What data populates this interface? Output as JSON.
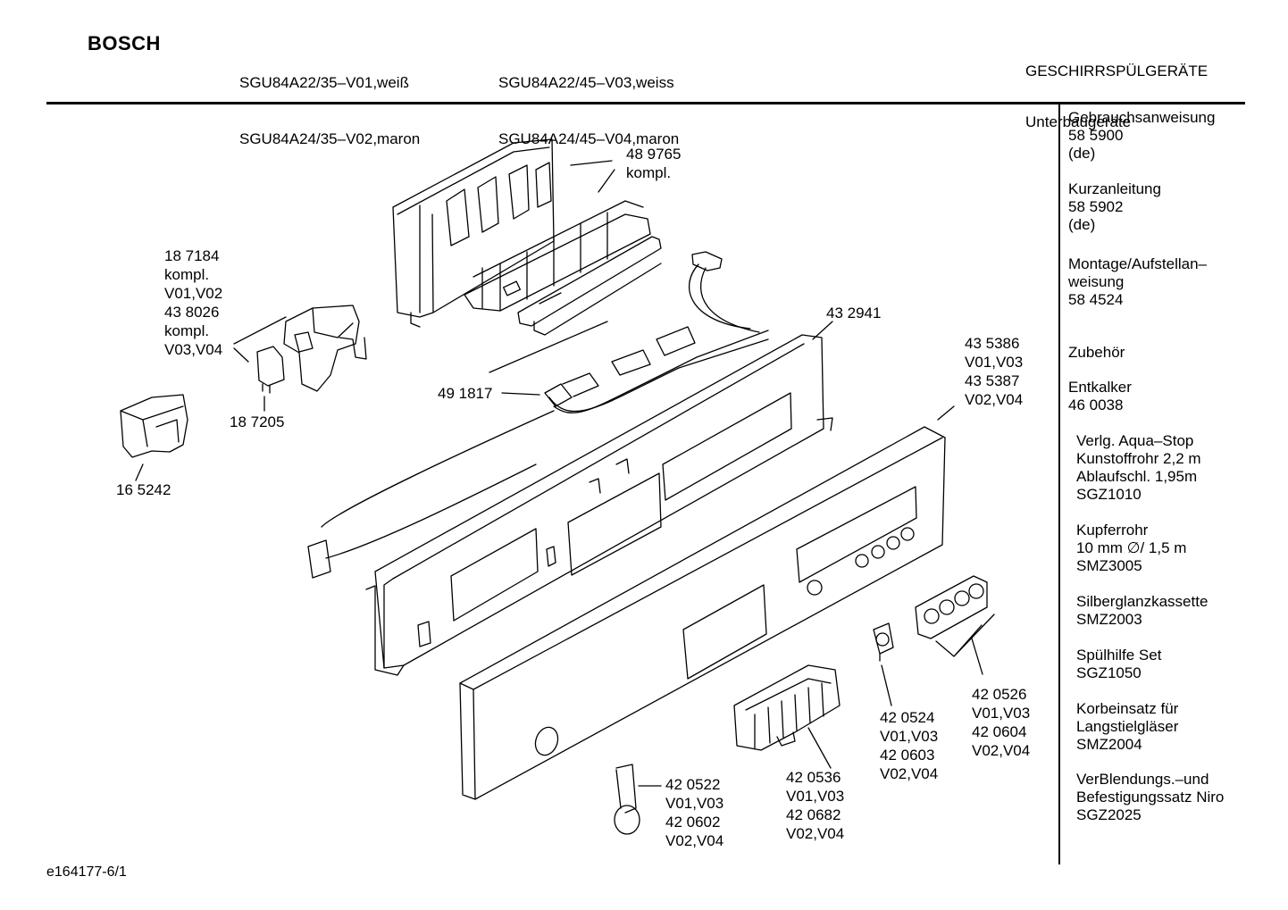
{
  "header": {
    "brand": "BOSCH",
    "models_col1": [
      "SGU84A22/35–V01,weiß",
      "SGU84A24/35–V02,maron"
    ],
    "models_col2": [
      "SGU84A22/45–V03,weiss",
      "SGU84A24/45–V04,maron"
    ],
    "category": [
      "GESCHIRRSPÜLGERÄTE",
      "Unterbaugeräte"
    ]
  },
  "sidebar": [
    "Gebrauchsanweisung\n58 5900\n(de)",
    "Kurzanleitung\n58 5902\n(de)",
    "Montage/Aufstellan–\nweisung\n58 4524",
    "Zubehör",
    "Entkalker\n46 0038",
    "Verlg. Aqua–Stop\nKunstoffrohr 2,2 m\nAblaufschl. 1,95m\nSGZ1010",
    "Kupferrohr\n10 mm ∅/ 1,5 m\nSMZ3005",
    "Silberglanzkassette\nSMZ2003",
    "Spülhilfe Set\nSGZ1050",
    "Korbeinsatz für\nLangstielgläser\nSMZ2004",
    "VerBlendungs.–und\nBefestigungssatz Niro\nSGZ2025"
  ],
  "parts": {
    "p489765": "48 9765\nkompl.",
    "p187184": "18 7184\nkompl.\nV01,V02\n43 8026\nkompl.\nV03,V04",
    "p187205": "18 7205",
    "p165242": "16 5242",
    "p491817": "49 1817",
    "p432941": "43 2941",
    "p435386": "43 5386\nV01,V03\n43 5387\nV02,V04",
    "p420526": "42 0526\nV01,V03\n42 0604\nV02,V04",
    "p420524": "42 0524\nV01,V03\n42 0603\nV02,V04",
    "p420536": "42 0536\nV01,V03\n42 0682\nV02,V04",
    "p420522": "42 0522\nV01,V03\n42 0602\nV02,V04"
  },
  "footer": "e164177-6/1"
}
